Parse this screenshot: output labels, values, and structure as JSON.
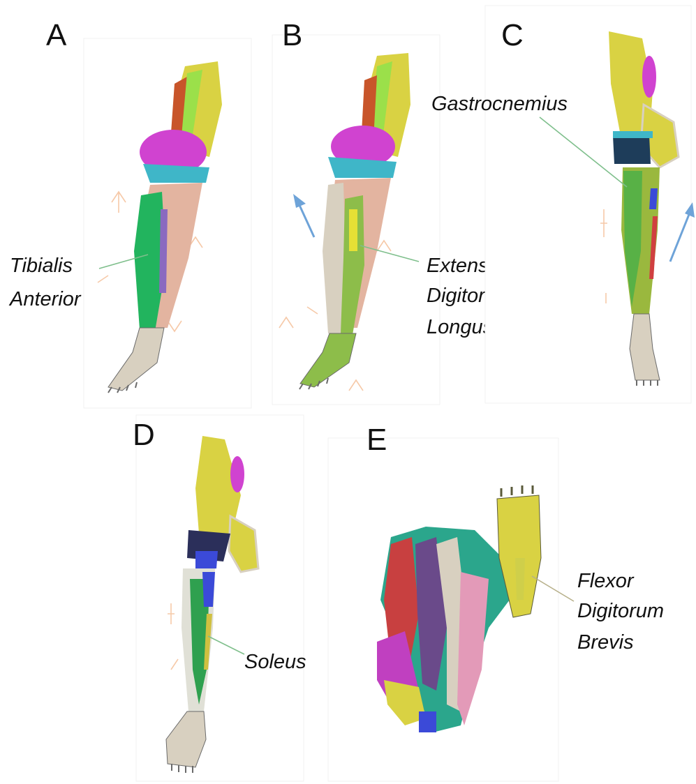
{
  "figure": {
    "panels": [
      {
        "letter": "A",
        "muscle_label": [
          "Tibialis",
          "Anterior"
        ],
        "highlight_color": "#22b45e"
      },
      {
        "letter": "B",
        "muscle_label": [
          "Extensor",
          "Digitorum",
          "Longus"
        ],
        "highlight_color": "#8dbd4a"
      },
      {
        "letter": "C",
        "muscle_label": [
          "Gastrocnemius"
        ],
        "highlight_color": "#58b146"
      },
      {
        "letter": "D",
        "muscle_label": [
          "Soleus"
        ],
        "highlight_color": "#2fa04f"
      },
      {
        "letter": "E",
        "muscle_label": [
          "Flexor",
          "Digitorum",
          "Brevis"
        ],
        "highlight_color": "#cfcf4a"
      }
    ],
    "colors": {
      "femur_muscle": "#d9d243",
      "patella_cap": "#d043d0",
      "cyan_band": "#3fb6c8",
      "bone": "#d8d0c0",
      "skin": "#e3b4a0",
      "leader_line": "#7fbf8c",
      "motion_arrow": "#6ea3d8",
      "marker": "#f6c9a8"
    }
  }
}
